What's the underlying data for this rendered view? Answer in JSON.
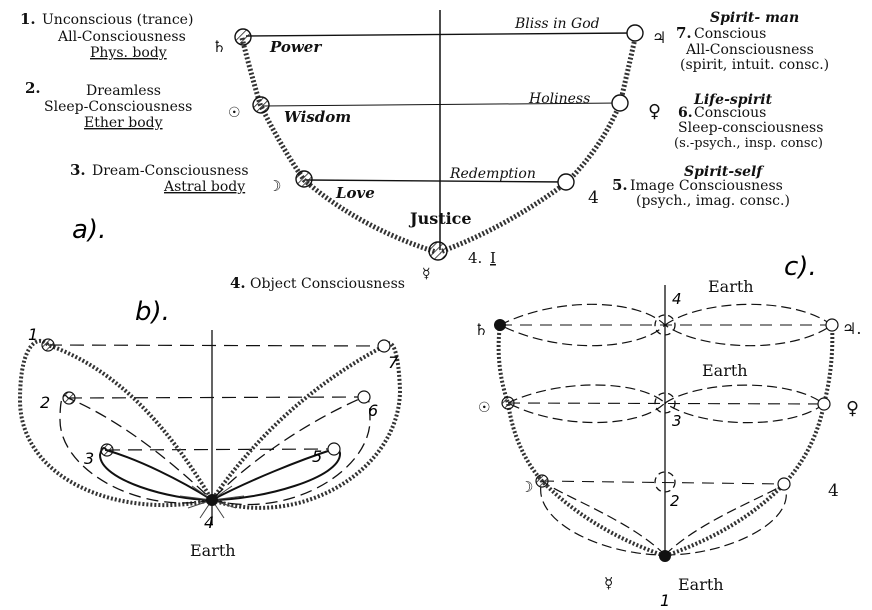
{
  "panel_a": {
    "tag": "a).",
    "left": [
      {
        "num": "1.",
        "line1": "Unconscious (trance)",
        "line2": "All-Consciousness",
        "line3": "Phys. body",
        "symbol": "♄",
        "virtue": "Power"
      },
      {
        "num": "2.",
        "line1": "Dreamless",
        "line2": "Sleep-Consciousness",
        "line3": "Ether body",
        "symbol": "☉",
        "virtue": "Wisdom"
      },
      {
        "num": "3.",
        "line1": "Dream-Consciousness",
        "line2": "Astral body",
        "symbol": "☽",
        "virtue": "Love"
      }
    ],
    "right": [
      {
        "num": "7.",
        "title": "Spirit- man",
        "line1": "Conscious",
        "line2": "All-Consciousness",
        "line3": "(spirit, intuit. consc.)",
        "symbol": "♃",
        "virtue": "Bliss in God"
      },
      {
        "num": "6.",
        "title": "Life-spirit",
        "line1": "Conscious",
        "line2": "Sleep-consciousness",
        "line3": "(s.-psych., insp. consc)",
        "symbol": "♀",
        "virtue": "Holiness"
      },
      {
        "num": "5.",
        "title": "Spirit-self",
        "line1": "Image Consciousness",
        "line2": "(psych., imag. consc.)",
        "symbol": "4",
        "virtue": "Redemption"
      }
    ],
    "bottom": {
      "virtue": "Justice",
      "num": "4.",
      "label": "Object Consciousness",
      "roman": "I",
      "symbol": "☿"
    }
  },
  "panel_b": {
    "tag": "b).",
    "nums": [
      "1",
      "2",
      "3",
      "4",
      "5",
      "6",
      "7"
    ],
    "label": "Earth"
  },
  "panel_c": {
    "tag": "c).",
    "earth_top": "Earth",
    "earth_mid": "Earth",
    "earth_bottom": "Earth",
    "axis_nums": [
      "4",
      "3",
      "2",
      "1"
    ],
    "symbols_left": [
      "♄",
      "☉",
      "☽"
    ],
    "symbols_right": [
      "♃.",
      "♀",
      "4"
    ],
    "bottom_symbol": "☿"
  }
}
